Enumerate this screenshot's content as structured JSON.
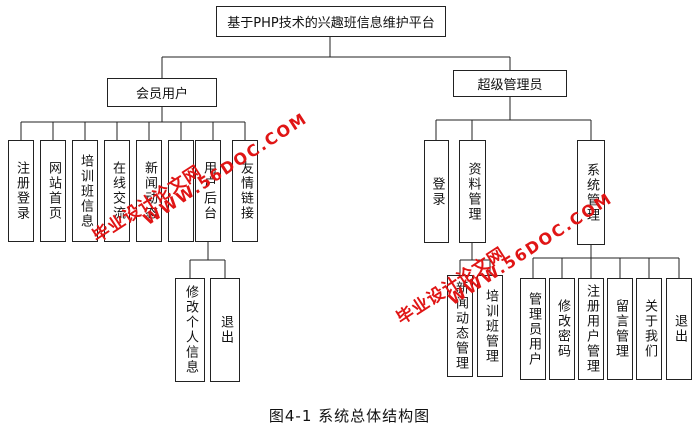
{
  "title": "基于PHP技术的兴趣班信息维护平台",
  "member": {
    "label": "会员用户",
    "children": [
      "注册登录",
      "网站首页",
      "培训班信息",
      "在线交流",
      "新闻动态",
      "",
      "用户后台",
      "友情链接"
    ],
    "backend_children": [
      "修改个人信息",
      "退出"
    ]
  },
  "admin": {
    "label": "超级管理员",
    "children": [
      "登录",
      "资料管理",
      "系统管理"
    ],
    "data_children": [
      "新闻动态管理",
      "培训班管理"
    ],
    "system_children": [
      "管理员用户",
      "修改密码",
      "注册用户管理",
      "留言管理",
      "关于我们",
      "退出"
    ]
  },
  "caption": "图4-1  系统总体结构图",
  "watermark": {
    "site": "WWW.56DOC.COM",
    "text": "毕业设计论文网"
  }
}
